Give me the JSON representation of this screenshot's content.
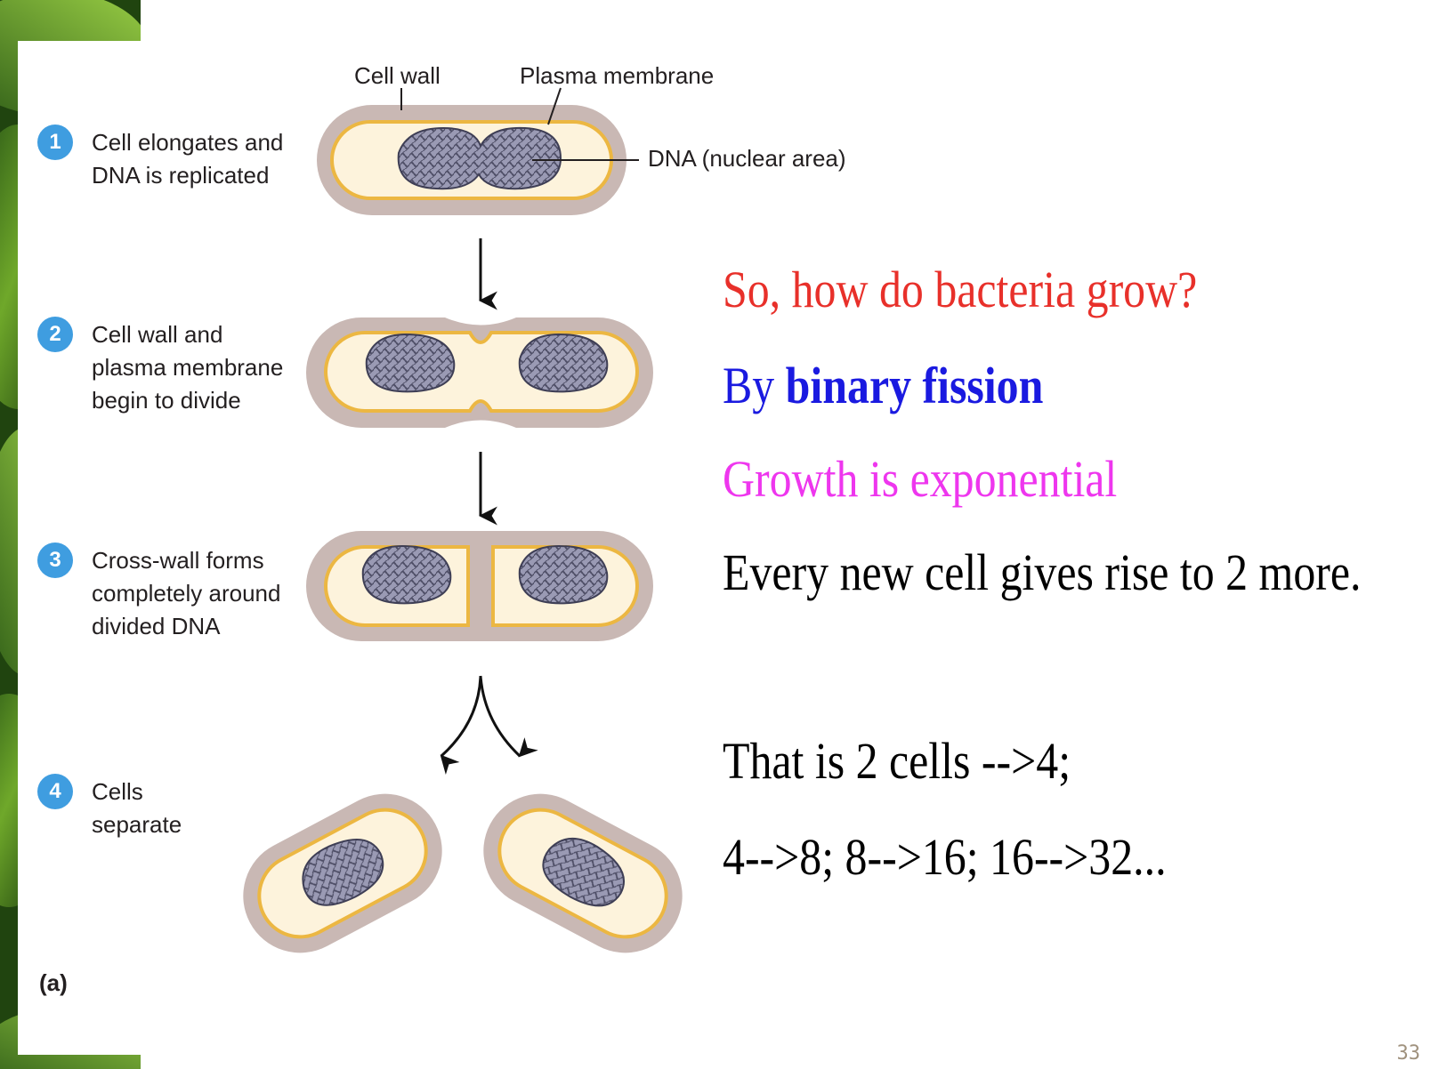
{
  "diagram": {
    "steps": [
      {
        "number": "1",
        "label": "Cell elongates and\nDNA is replicated"
      },
      {
        "number": "2",
        "label": "Cell wall and\nplasma membrane\nbegin to divide"
      },
      {
        "number": "3",
        "label": "Cross-wall forms\ncompletely around\ndivided DNA"
      },
      {
        "number": "4",
        "label": "Cells\nseparate"
      }
    ],
    "callouts": {
      "cell_wall": "Cell wall",
      "plasma_membrane": "Plasma membrane",
      "dna": "DNA (nuclear area)"
    },
    "panel_label": "(a)",
    "colors": {
      "cell_wall": "#c9b8b4",
      "membrane": "#ecb742",
      "cytoplasm": "#fdf3dc",
      "dna": "#8c8ca8",
      "badge": "#3f9de0"
    }
  },
  "text": {
    "question": "So, how do bacteria grow?",
    "answer_prefix": "By",
    "answer_bold": "binary fission",
    "growth": "Growth is exponential",
    "every_cell": "Every new cell gives rise to 2 more.",
    "that_is": "That is 2 cells -->4;",
    "sequence": "4-->8; 8-->16; 16-->32...",
    "colors": {
      "question": "#e8302a",
      "answer": "#1a1ae0",
      "growth": "#ee36ee",
      "body": "#000000"
    }
  },
  "page_number": "33"
}
